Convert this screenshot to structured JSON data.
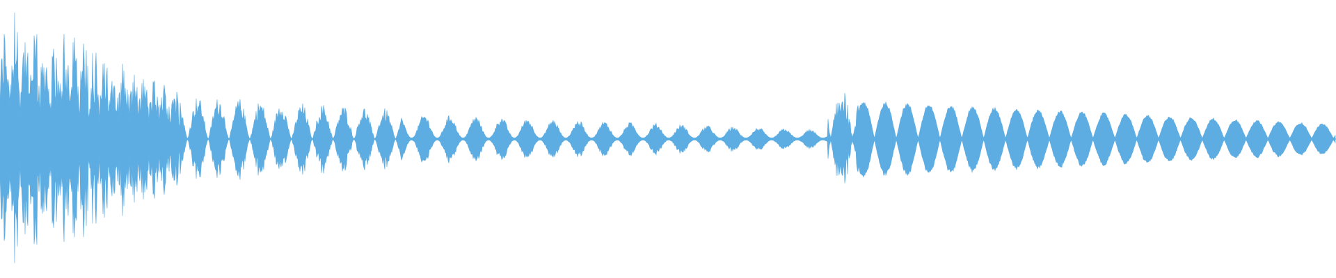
{
  "waveform": {
    "color": "#5DADE2",
    "background": "#FFFFFF",
    "description_tag": "audio-waveform",
    "segments": [
      {
        "from": 0.0,
        "to": 0.135,
        "style": "dense-noisy",
        "start_amp": 0.98,
        "end_amp": 0.42
      },
      {
        "from": 0.135,
        "to": 0.3,
        "style": "bursts",
        "start_amp": 0.3,
        "end_amp": 0.2
      },
      {
        "from": 0.3,
        "to": 0.62,
        "style": "sparse-blips",
        "start_amp": 0.16,
        "end_amp": 0.05
      },
      {
        "from": 0.62,
        "to": 1.0,
        "style": "regular-pulses",
        "start_amp": 0.28,
        "end_amp": 0.1
      }
    ]
  }
}
